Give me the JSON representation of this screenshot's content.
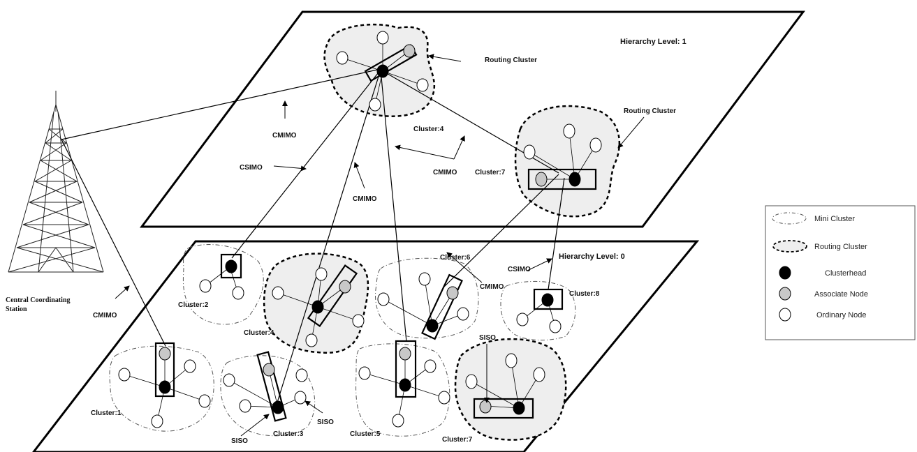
{
  "level1": {
    "title": "Hierarchy Level: 1"
  },
  "level0": {
    "title": "Hierarchy Level: 0"
  },
  "station": {
    "line1": "Central Coordinating",
    "line2": "Station"
  },
  "labels": {
    "routing_cluster_top": "Routing Cluster",
    "routing_cluster_right": "Routing Cluster",
    "cmimo_a": "CMIMO",
    "csimo_a": "CSIMO",
    "cmimo_b": "CMIMO",
    "cmimo_c": "CMIMO",
    "cmimo_d": "CMIMO",
    "cmimo_e": "CMIMO",
    "csimo_b": "CSIMO",
    "siso_a": "SISO",
    "siso_b": "SISO",
    "siso_c": "SISO",
    "cluster4_top": "Cluster:4",
    "cluster7_top": "Cluster:7",
    "cluster1": "Cluster:1",
    "cluster2": "Cluster:2",
    "cluster3": "Cluster:3",
    "cluster4_bottom": "Cluster:4",
    "cluster5": "Cluster:5",
    "cluster6": "Cluster:6",
    "cluster7_bottom": "Cluster:7",
    "cluster8": "Cluster:8"
  },
  "legend": {
    "mini_cluster": "Mini Cluster",
    "routing_cluster": "Routing Cluster",
    "clusterhead": "Clusterhead",
    "associate_node": "Associate Node",
    "ordinary_node": "Ordinary Node"
  },
  "colors": {
    "clusterhead": "#000000",
    "associate": "#c8c8c8",
    "ordinary": "#ffffff",
    "routing_fill": "#eeeeee"
  }
}
